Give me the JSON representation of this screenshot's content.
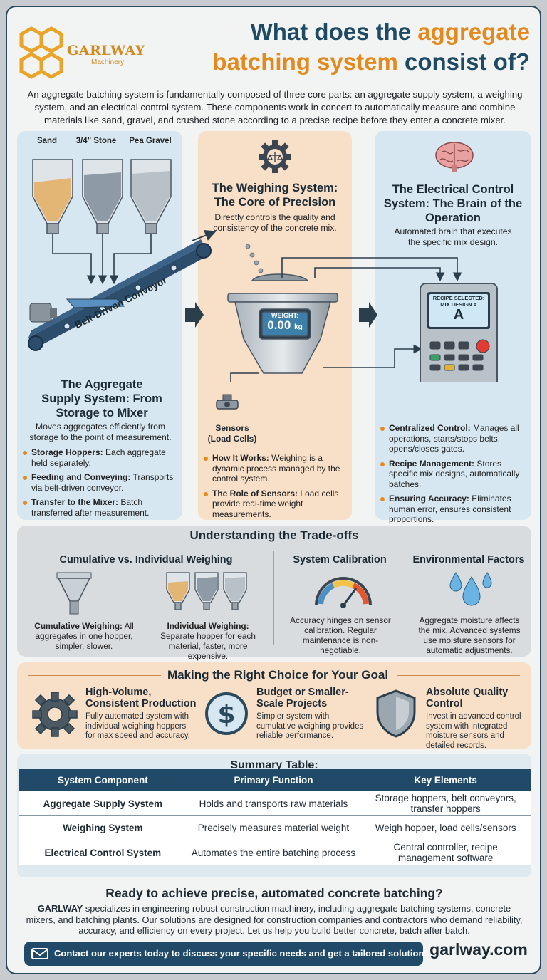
{
  "brand": {
    "name": "GARLWAY",
    "sub": "Machinery",
    "website": "garlway.com"
  },
  "title": {
    "part1": "What does the ",
    "highlight1": "aggregate",
    "highlight2": "batching system",
    "part2": " consist of?"
  },
  "intro": "An aggregate batching system is fundamentally composed of three core parts: an aggregate supply system, a weighing system, and an electrical control system. These components work in concert to automatically measure and combine materials like sand, gravel, and crushed stone according to a precise recipe before they enter a concrete mixer.",
  "supply": {
    "hoppers": [
      "Sand",
      "3/4\" Stone",
      "Pea Gravel"
    ],
    "conveyor_label": "Belt-Driven Conveyor",
    "heading": "The Aggregate Supply System: From Storage to Mixer",
    "desc": "Moves aggregates efficiently from storage to the point of measurement.",
    "bullets": [
      {
        "b": "Storage Hoppers:",
        "t": " Each aggregate held separately."
      },
      {
        "b": "Feeding and Conveying:",
        "t": " Transports via belt-driven conveyor."
      },
      {
        "b": "Transfer to the Mixer:",
        "t": " Batch transferred after measurement."
      }
    ]
  },
  "weighing": {
    "heading": "The Weighing System: The Core of Precision",
    "desc": "Directly controls the quality and consistency of the concrete mix.",
    "display_label": "WEIGHT:",
    "display_value": "0.00",
    "display_unit": "kg",
    "sensor_label": "Sensors (Load Cells)",
    "bullets": [
      {
        "b": "How It Works:",
        "t": " Weighing is a dynamic process managed by the control system."
      },
      {
        "b": "The Role of Sensors:",
        "t": " Load cells provide real-time weight measurements."
      }
    ]
  },
  "control": {
    "heading": "The Electrical Control System: The Brain of the Operation",
    "desc": "Automated brain that executes the specific mix design.",
    "screen_line1": "RECIPE SELECTED:",
    "screen_line2": "MIX DESIGN A",
    "screen_big": "A",
    "bullets": [
      {
        "b": "Centralized Control:",
        "t": " Manages all operations, starts/stops belts, opens/closes gates."
      },
      {
        "b": "Recipe Management:",
        "t": " Stores specific mix designs, automatically batches."
      },
      {
        "b": "Ensuring Accuracy:",
        "t": " Eliminates human error, ensures consistent proportions."
      }
    ]
  },
  "tradeoffs": {
    "heading": "Understanding the Trade-offs",
    "cumulative_heading": "Cumulative vs. Individual Weighing",
    "cumulative": {
      "b": "Cumulative Weighing:",
      "t": " All aggregates in one hopper, simpler, slower."
    },
    "individual": {
      "b": "Individual Weighing:",
      "t": " Separate hopper for each material, faster, more expensive."
    },
    "calibration_heading": "System Calibration",
    "calibration_text": "Accuracy hinges on sensor calibration. Regular maintenance is non-negotiable.",
    "env_heading": "Environmental Factors",
    "env_text": "Aggregate moisture affects the mix. Advanced systems use moisture sensors for automatic adjustments."
  },
  "choice": {
    "heading": "Making the Right Choice for Your Goal",
    "items": [
      {
        "title": "High-Volume, Consistent Production",
        "text": "Fully automated system with individual weighing hoppers for max speed and accuracy.",
        "icon": "gear-icon"
      },
      {
        "title": "Budget or Smaller-Scale Projects",
        "text": "Simpler system with cumulative weighing provides reliable performance.",
        "icon": "dollar-icon"
      },
      {
        "title": "Absolute Quality Control",
        "text": "Invest in advanced control system with integrated moisture sensors and detailed records.",
        "icon": "shield-icon"
      }
    ]
  },
  "summary": {
    "heading": "Summary Table:",
    "columns": [
      "System Component",
      "Primary Function",
      "Key Elements"
    ],
    "rows": [
      [
        "Aggregate Supply System",
        "Holds and transports raw materials",
        "Storage hoppers, belt conveyors, transfer hoppers"
      ],
      [
        "Weighing System",
        "Precisely measures material weight",
        "Weigh hopper, load cells/sensors"
      ],
      [
        "Electrical Control System",
        "Automates the entire batching process",
        "Central controller, recipe management software"
      ]
    ]
  },
  "cta": {
    "heading": "Ready to achieve precise, automated concrete batching?",
    "brand_b": "GARLWAY",
    "text": " specializes in engineering robust construction machinery, including aggregate batching systems, concrete mixers, and batching plants. Our solutions are designed for construction companies and contractors who demand reliability, accuracy, and efficiency on every project. Let us help you build better concrete, batch after batch.",
    "button": "Contact our experts today to discuss your specific needs and get a tailored solution!"
  },
  "colors": {
    "navy": "#204a68",
    "orange": "#e38a1e",
    "blue_panel": "#d7e7f2",
    "peach_panel": "#f8dfc8"
  }
}
